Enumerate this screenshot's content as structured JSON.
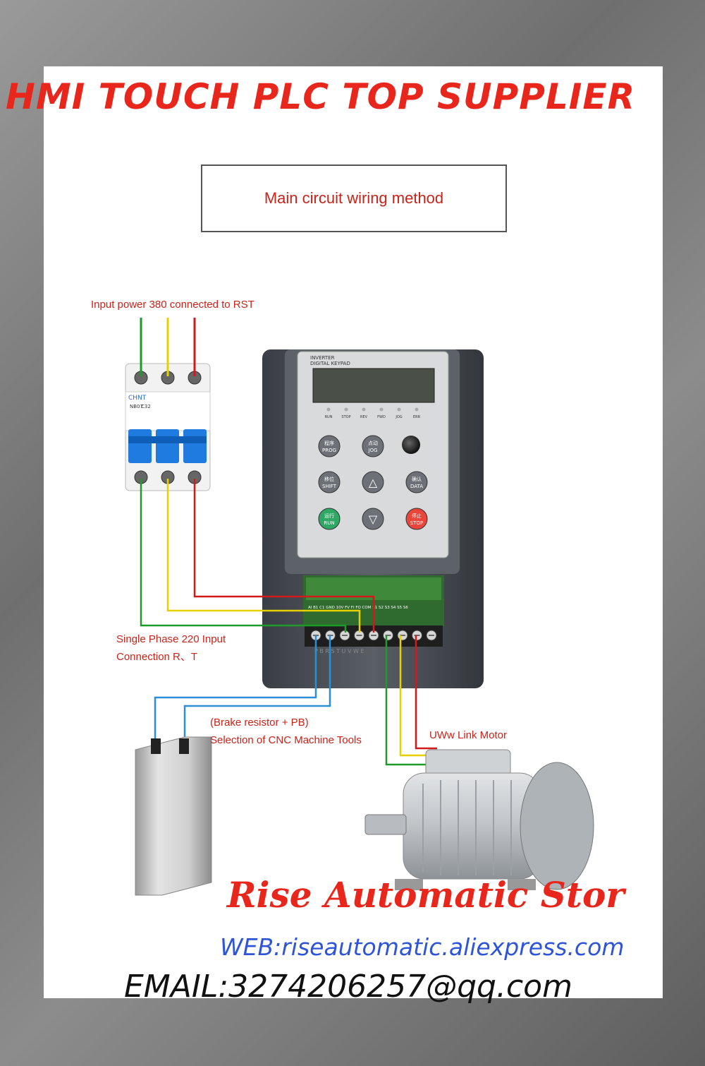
{
  "banner": "HMI TOUCH PLC  TOP SUPPLIER",
  "title": "Main circuit wiring method",
  "labels": {
    "input_power": "Input power 380 connected to RST",
    "single_phase_line1": "Single Phase 220 Input",
    "single_phase_line2": "Connection R、T",
    "brake_line1": "(Brake resistor + PB)",
    "brake_line2": "Selection of CNC Machine Tools",
    "motor_link": "UWw Link Motor"
  },
  "breaker": {
    "brand": "CHNT",
    "model": "NB07",
    "rating": "C32"
  },
  "inverter": {
    "header_line1": "INVERTER",
    "header_line2": "DIGITAL KEYPAD",
    "indicators": [
      "RUN",
      "STOP",
      "REV",
      "FWD",
      "JOG",
      "ERR"
    ],
    "keys": [
      {
        "cn": "程序",
        "en": "PROG"
      },
      {
        "cn": "点动",
        "en": "JOG"
      },
      {
        "cn": "移位",
        "en": "SHIFT"
      },
      {
        "cn": "",
        "en": "△"
      },
      {
        "cn": "确认",
        "en": "DATA"
      },
      {
        "cn": "运行",
        "en": "RUN"
      },
      {
        "cn": "",
        "en": "▽"
      },
      {
        "cn": "停止",
        "en": "STOP"
      }
    ],
    "terminal_labels": "AI  B1  C1  GND 10V  FV  FI  FO  COM  S1  S2  S3  S4  S5  S6",
    "power_labels": "P  B  R  S  T  U  V  W  E"
  },
  "footer": {
    "store": "Rise Automatic Stor",
    "web": "WEB:riseautomatic.aliexpress.com",
    "email": "EMAIL:3274206257@qq.com"
  },
  "colors": {
    "banner_red": "#e8261c",
    "label_red": "#c8241a",
    "wire_green": "#1f9a2a",
    "wire_yellow": "#e6d000",
    "wire_red": "#d21a1a",
    "wire_blue": "#2a8fd8",
    "web_blue": "#2e54d8"
  }
}
